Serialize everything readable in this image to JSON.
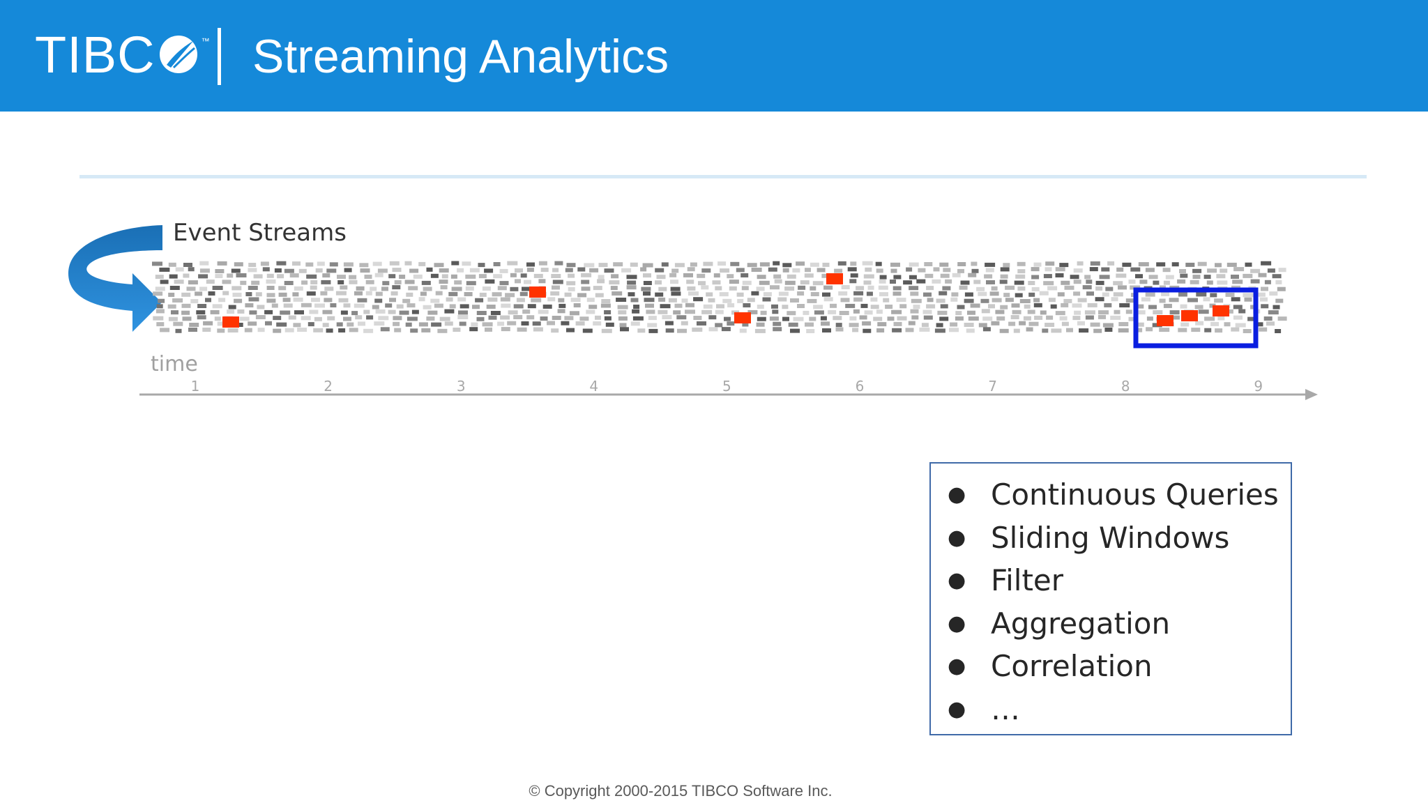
{
  "header": {
    "logo_text": "TIBC",
    "logo_tm": "™",
    "title": "Streaming Analytics"
  },
  "stream": {
    "label": "Event Streams",
    "time_label": "time",
    "axis_ticks": [
      "1",
      "2",
      "3",
      "4",
      "5",
      "6",
      "7",
      "8",
      "9"
    ]
  },
  "features": {
    "items": [
      "Continuous Queries",
      "Sliding Windows",
      "Filter",
      "Aggregation",
      "Correlation",
      "…"
    ]
  },
  "footer": {
    "copyright": "© Copyright 2000-2015 TIBCO Software Inc."
  },
  "colors": {
    "header_bg": "#1589d9",
    "event_light": "#c9c9c9",
    "event_dark": "#5a5a5a",
    "event_highlight": "#ff3300",
    "window_border": "#0a1ee0",
    "loop_arrow": "#1a78c8"
  },
  "icons": [
    "tibco-ball-icon",
    "loop-arrow-icon",
    "axis-arrow-icon"
  ]
}
